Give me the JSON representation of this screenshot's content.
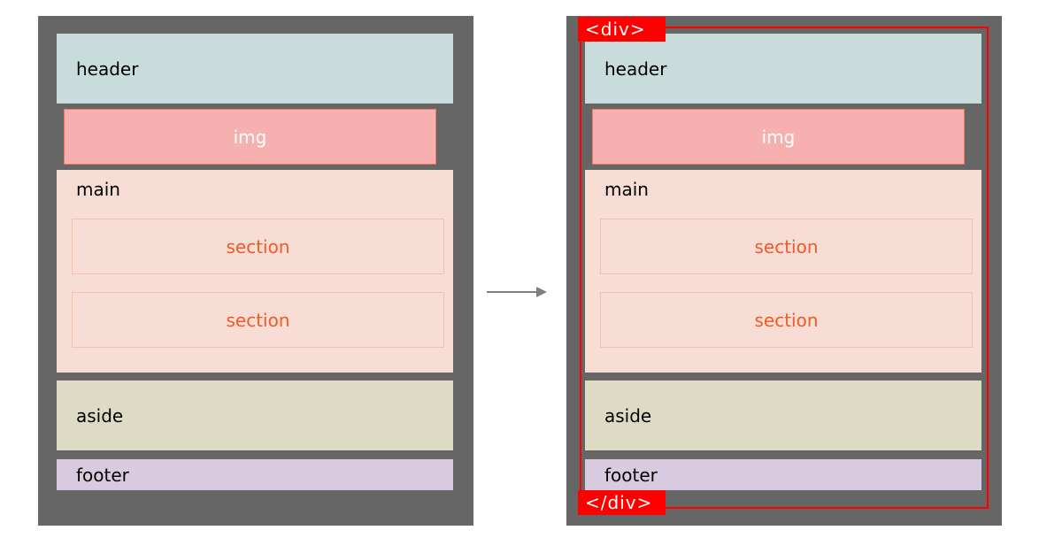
{
  "left_layout": {
    "header": "header",
    "img": "img",
    "main": "main",
    "sections": [
      "section",
      "section"
    ],
    "aside": "aside",
    "footer": "footer"
  },
  "right_layout": {
    "open_tag": "<div>",
    "close_tag": "</div>",
    "header": "header",
    "img": "img",
    "main": "main",
    "sections": [
      "section",
      "section"
    ],
    "aside": "aside",
    "footer": "footer"
  },
  "colors": {
    "panel": "#666666",
    "header": "#c9dcdc",
    "img": "#f7b0b0",
    "main": "#f8ddd4",
    "section_text": "#f05a28",
    "aside": "#dedbc4",
    "footer": "#d9cbdf",
    "div_wrapper": "#ff0000",
    "arrow": "#808080"
  }
}
